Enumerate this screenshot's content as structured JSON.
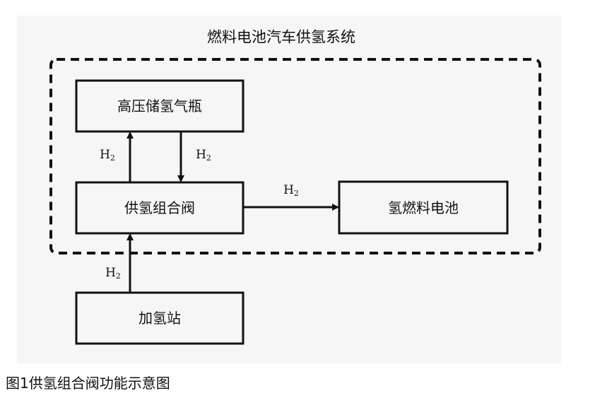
{
  "diagram": {
    "title": "燃料电池汽车供氢系统",
    "nodes": {
      "tank": "高压储氢气瓶",
      "valve": "供氢组合阀",
      "fuel_cell": "氢燃料电池",
      "station": "加氢站"
    },
    "edge_label": {
      "base": "H",
      "sub": "2"
    }
  },
  "caption": "图1供氢组合阀功能示意图"
}
